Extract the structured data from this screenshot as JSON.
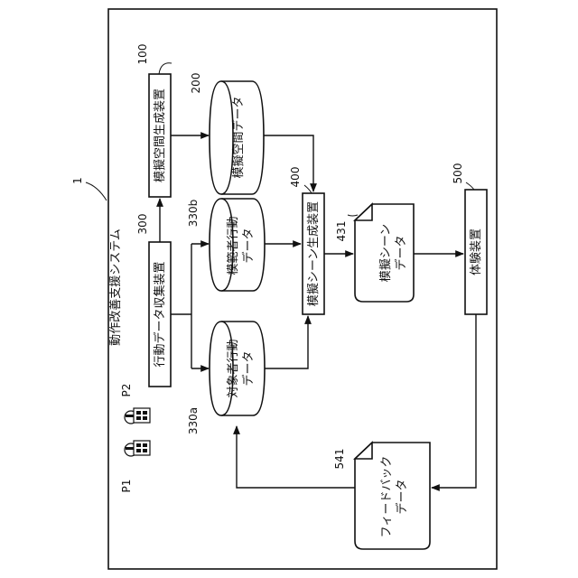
{
  "system": {
    "label": "動作改善支援システム",
    "ref": "1"
  },
  "devices": {
    "space_gen": {
      "label": "模擬空間生成装置",
      "ref": "100"
    },
    "action_collect": {
      "label": "行動データ収集装置",
      "ref": "300"
    },
    "scene_gen": {
      "label": "模擬シーン生成装置",
      "ref": "400"
    },
    "experience": {
      "label": "体験装置",
      "ref": "500"
    }
  },
  "data_stores": {
    "space_data": {
      "label": "模擬空間データ",
      "ref": "200"
    },
    "model_action": {
      "line1": "模範者行動",
      "line2": "データ",
      "ref": "330b"
    },
    "target_action": {
      "line1": "対象者行動",
      "line2": "データ",
      "ref": "330a"
    }
  },
  "documents": {
    "scene_data": {
      "line1": "模擬シーン",
      "line2": "データ",
      "ref": "431"
    },
    "feedback_data": {
      "line1": "フィードバック",
      "line2": "データ",
      "ref": "541"
    }
  },
  "persons": {
    "p1": "P1",
    "p2": "P2"
  }
}
